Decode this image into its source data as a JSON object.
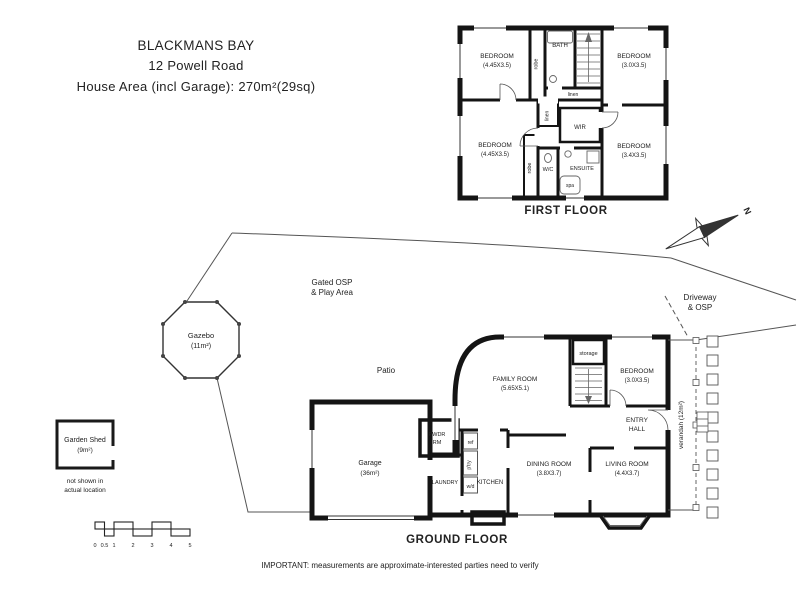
{
  "header": {
    "suburb": "BLACKMANS BAY",
    "address": "12 Powell Road",
    "area": "House Area (incl Garage): 270m²(29sq)"
  },
  "first_floor": {
    "title": "FIRST FLOOR",
    "bedroom1": {
      "name": "BEDROOM",
      "dims": "(4.45X3.5)"
    },
    "bedroom2": {
      "name": "BEDROOM",
      "dims": "(3.0X3.5)"
    },
    "bedroom3": {
      "name": "BEDROOM",
      "dims": "(4.45X3.5)"
    },
    "bedroom4": {
      "name": "BEDROOM",
      "dims": "(3.4X3.5)"
    },
    "bath": "BATH",
    "wir": "WIR",
    "ensuite": "ENSUITE",
    "wc": "W/C",
    "linen1": "linen",
    "linen2": "linen",
    "spa": "spa",
    "robe1": "robe",
    "robe2": "robe"
  },
  "ground_floor": {
    "title": "GROUND FLOOR",
    "family": {
      "name": "FAMILY ROOM",
      "dims": "(5.65X5.1)"
    },
    "storage": "storage",
    "bedroom": {
      "name": "BEDROOM",
      "dims": "(3.0X3.5)"
    },
    "entry": {
      "line1": "ENTRY",
      "line2": "HALL"
    },
    "verandah": "verandah (12m²)",
    "dining": {
      "name": "DINING ROOM",
      "dims": "(3.8X3.7)"
    },
    "living": {
      "name": "LIVING ROOM",
      "dims": "(4.4X3.7)"
    },
    "kitchen": "KITCHEN",
    "laundry": "LAUNDRY",
    "pwdr": {
      "line1": "PWDR",
      "line2": "RM"
    },
    "ref": "ref",
    "pantry": "p'try",
    "wd": "w/d",
    "garage": {
      "name": "Garage",
      "dims": "(36m²)"
    }
  },
  "site": {
    "gazebo": {
      "name": "Gazebo",
      "dims": "(11m²)"
    },
    "shed": {
      "name": "Garden Shed",
      "dims": "(9m²)",
      "note1": "not shown in",
      "note2": "actual location"
    },
    "osp": {
      "line1": "Gated OSP",
      "line2": "& Play Area"
    },
    "patio": "Patio",
    "driveway": {
      "line1": "Driveway",
      "line2": "& OSP"
    }
  },
  "compass": {
    "north": "N"
  },
  "scale_bar": {
    "ticks": [
      "0",
      "0.5",
      "1",
      "2",
      "3",
      "4",
      "5"
    ]
  },
  "footer": {
    "disclaimer": "IMPORTANT: measurements are approximate-interested parties need to verify"
  }
}
